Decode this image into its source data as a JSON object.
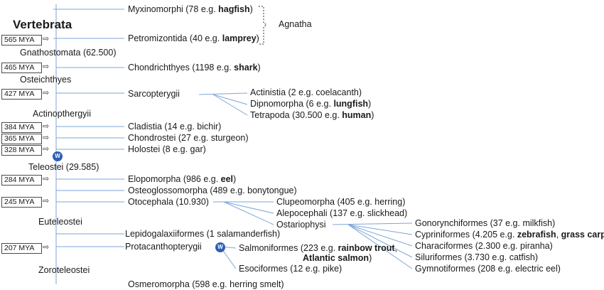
{
  "title": "Vertebrata",
  "agnatha": "Agnatha",
  "wgd_label": "W",
  "mya": {
    "m565": "565 MYA",
    "m465": "465 MYA",
    "m427": "427 MYA",
    "m384": "384 MYA",
    "m365": "365 MYA",
    "m328": "328 MYA",
    "m284": "284 MYA",
    "m245": "245 MYA",
    "m207": "207 MYA"
  },
  "clades": {
    "gnathostomata": "Gnathostomata (62.500)",
    "osteichthyes": "Osteichthyes",
    "actinopterygii": "Actinopthergyii",
    "teleostei": "Teleostei (29.585)",
    "euteleostei": "Euteleostei",
    "zoroteleostei": "Zoroteleostei"
  },
  "taxa": {
    "myxinomorphi": {
      "pre": "Myxinomorphi (78 e.g. ",
      "bold": "hagfish",
      "post": ")"
    },
    "petromizontida": {
      "pre": "Petromizontida (40 e.g. ",
      "bold": "lamprey",
      "post": ")"
    },
    "chondrichthyes": {
      "pre": "Chondrichthyes (1198  e.g. ",
      "bold": "shark",
      "post": ")"
    },
    "sarcopterygii": {
      "pre": "Sarcopterygii",
      "bold": "",
      "post": ""
    },
    "actinistia": {
      "pre": "Actinistia (2 e.g. coelacanth)",
      "bold": "",
      "post": ""
    },
    "dipnomorpha": {
      "pre": "Dipnomorpha (6 e.g. ",
      "bold": "lungfish",
      "post": ")"
    },
    "tetrapoda": {
      "pre": "Tetrapoda (30.500 e.g. ",
      "bold": "human",
      "post": ")"
    },
    "cladistia": {
      "pre": "Cladistia (14 e.g. bichir)",
      "bold": "",
      "post": ""
    },
    "chondrostei": {
      "pre": "Chondrostei (27 e.g. sturgeon)",
      "bold": "",
      "post": ""
    },
    "holostei": {
      "pre": "Holostei (8 e.g. gar)",
      "bold": "",
      "post": ""
    },
    "elopomorpha": {
      "pre": "Elopomorpha (986 e.g. ",
      "bold": "eel",
      "post": ")"
    },
    "osteoglossomorpha": {
      "pre": "Osteoglossomorpha (489 e.g. bonytongue)",
      "bold": "",
      "post": ""
    },
    "otocephala": {
      "pre": "Otocephala (10.930)",
      "bold": "",
      "post": ""
    },
    "clupeomorpha": {
      "pre": "Clupeomorpha (405 e.g. herring)",
      "bold": "",
      "post": ""
    },
    "alepocephali": {
      "pre": "Alepocephali (137 e.g. slickhead)",
      "bold": "",
      "post": ""
    },
    "ostariophysi": {
      "pre": "Ostariophysi",
      "bold": "",
      "post": ""
    },
    "gonorynchiformes": {
      "pre": "Gonorynchiformes (37 e.g. milkfish)",
      "bold": "",
      "post": ""
    },
    "cypriniformes": {
      "pre": "Cypriniformes (4.205 e.g. ",
      "bold": "zebrafish",
      "post": ", ",
      "bold2": "grass carp",
      "post2": ")"
    },
    "characiformes": {
      "pre": "Characiformes (2.300 e.g. piranha)",
      "bold": "",
      "post": ""
    },
    "siluriformes": {
      "pre": "Siluriformes (3.730 e.g. catfish)",
      "bold": "",
      "post": ""
    },
    "gymnotiformes": {
      "pre": "Gymnotiformes (208 e.g. electric eel)",
      "bold": "",
      "post": ""
    },
    "lepidogalaxiiformes": {
      "pre": "Lepidogalaxiiformes (1 salamanderfish)",
      "bold": "",
      "post": ""
    },
    "protacanthopterygii": {
      "pre": "Protacanthopterygii",
      "bold": "",
      "post": ""
    },
    "salmoniformes": {
      "pre": "Salmoniformes (223 e.g. ",
      "bold": "rainbow trout",
      "post": ","
    },
    "salmoniformes2": {
      "pre": "",
      "bold": "Atlantic salmon",
      "post": ")"
    },
    "esociformes": {
      "pre": "Esociformes (12 e.g. pike)",
      "bold": "",
      "post": ""
    },
    "osmeromorpha": {
      "pre": "Osmeromorpha (598 e.g. herring smelt)",
      "bold": "",
      "post": ""
    }
  }
}
